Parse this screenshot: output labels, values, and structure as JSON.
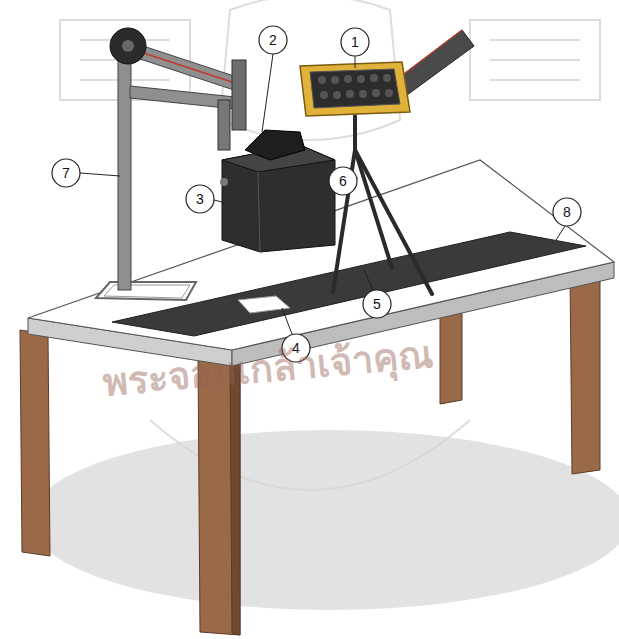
{
  "diagram": {
    "labels": [
      "1",
      "2",
      "3",
      "4",
      "5",
      "6",
      "7",
      "8",
      "พระจอมเกล้าเจ้าคุณ"
    ]
  }
}
